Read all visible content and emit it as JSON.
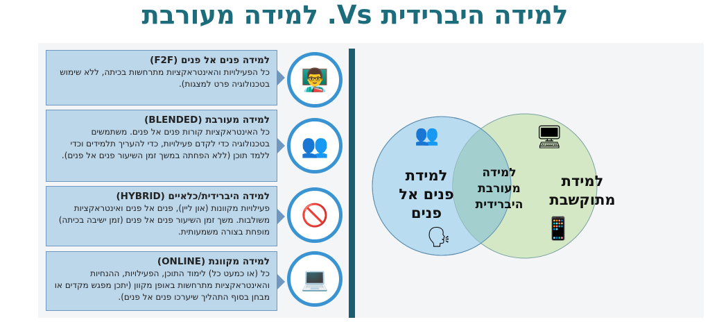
{
  "title": "למידה היברידית Vs. למידה מעורבת",
  "boxes": [
    {
      "heading": "למידה פנים אל פנים (F2F)",
      "text": "כל הפעילויות והאינטראקציות מתרחשות בכיתה, ללא שימוש בטכנולוגיה פרט למצגות).",
      "icon": "teacher-classroom-icon"
    },
    {
      "heading": "למידה מעורבת (BLENDED)",
      "text": "כל האינטראקציות קורות פנים אל פנים. משתמשים בטכנולוגיה כדי לקדם פעילויות, כדי להעריך תלמידים וכדי ללמד תוכן (ללא הפחתה במשך זמן השיעור פנים אל פנים).",
      "icon": "lecture-audience-icon"
    },
    {
      "heading": "למידה היברידית/כלאיים (HYBRID)",
      "text": "פעילויות מקוונות (און ליין), פנים אל פנים ואינטראקציות משולבות. משך זמן השיעור פנים אל פנים (זמן ישיבה בכיתה) מופחת בצורה משמעותית.",
      "icon": "no-classroom-icon"
    },
    {
      "heading": "למידה מקוונת (ONLINE)",
      "text": "כל (או כמעט כל) לימוד התוכן, הפעילויות, ההנחיות והאינטראקציות מתרחשות באופן מקוון (יתכן מפגש מקדים או מבחן בסוף התהליך שיערכו פנים אל פנים).",
      "icon": "laptop-learner-icon"
    }
  ],
  "venn": {
    "left": [
      "למידת",
      "פנים אל",
      "פנים"
    ],
    "middle": [
      "למידה",
      "מעורבת",
      "היברידית"
    ],
    "right": [
      "למידת",
      "מתוקשבת"
    ],
    "colors": {
      "left": "#b9dcf0",
      "right": "#d5e8c6",
      "overlap": "#a3d0cf"
    }
  }
}
